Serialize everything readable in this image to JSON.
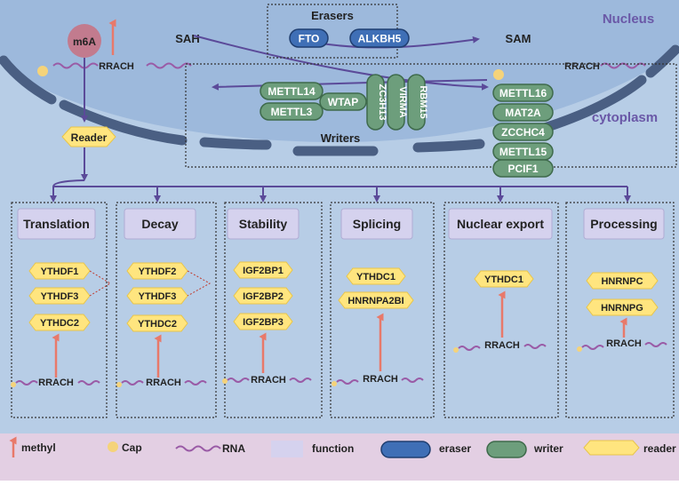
{
  "nucleus": {
    "label": "Nucleus",
    "cytoplasm_label": "cytoplasm",
    "m6a_label": "m6A",
    "rrach_left": "RRACH",
    "rrach_right": "RRACH",
    "sah_label": "SAH",
    "sam_label": "SAM"
  },
  "erasers": {
    "title": "Erasers",
    "items": [
      "FTO",
      "ALKBH5"
    ]
  },
  "writers": {
    "title": "Writers",
    "complex": [
      "METTL14",
      "METTL3",
      "WTAP"
    ],
    "vertical": [
      "ZC3H13",
      "VIRMA",
      "RBM15"
    ],
    "stack": [
      "METTL16",
      "MAT2A",
      "ZCCHC4",
      "METTL15",
      "PCIF1"
    ]
  },
  "reader_label": "Reader",
  "functions": [
    {
      "title": "Translation",
      "readers": [
        "YTHDF1",
        "YTHDF3",
        "YTHDC2"
      ],
      "rna_label": "RRACH"
    },
    {
      "title": "Decay",
      "readers": [
        "YTHDF2",
        "YTHDF3",
        "YTHDC2"
      ],
      "rna_label": "RRACH"
    },
    {
      "title": "Stability",
      "readers": [
        "IGF2BP1",
        "IGF2BP2",
        "IGF2BP3"
      ],
      "rna_label": "RRACH"
    },
    {
      "title": "Splicing",
      "readers": [
        "YTHDC1",
        "HNRNPA2BI"
      ],
      "rna_label": "RRACH"
    },
    {
      "title": "Nuclear export",
      "readers": [
        "YTHDC1"
      ],
      "rna_label": "RRACH"
    },
    {
      "title": "Processing",
      "readers": [
        "HNRNPC",
        "HNRNPG"
      ],
      "rna_label": "RRACH"
    }
  ],
  "legend": {
    "methyl": "methyl",
    "cap": "Cap",
    "rna": "RNA",
    "function": "function",
    "eraser": "eraser",
    "writer": "writer",
    "reader": "reader"
  },
  "colors": {
    "background": "#b7cde6",
    "nucleus": "#9db9dc",
    "membrane": "#4a5f83",
    "arrow": "#5b4a99",
    "rna": "#9a5ba6",
    "methyl": "#e8796a",
    "cap": "#f5d37a",
    "m6a": "#c27b8e",
    "eraser": "#3f6fb6",
    "writer": "#6d9e7c",
    "reader": "#ffe57f",
    "function": "#d5d2ee",
    "legend_bg": "#e3cfe3"
  }
}
